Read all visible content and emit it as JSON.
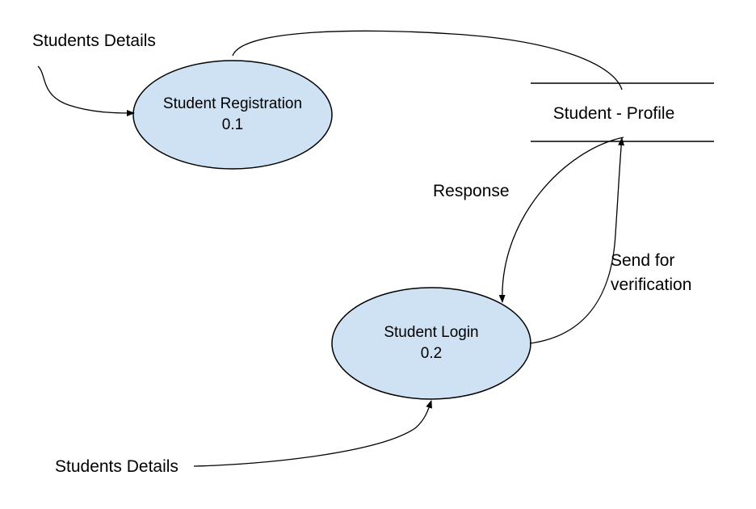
{
  "colors": {
    "process_fill": "#cfe2f3",
    "stroke": "#000000",
    "background": "#ffffff"
  },
  "externals": {
    "top": "Students Details",
    "bottom": "Students Details"
  },
  "processes": {
    "registration": {
      "name": "Student Registration",
      "id": "0.1"
    },
    "login": {
      "name": "Student Login",
      "id": "0.2"
    }
  },
  "data_store": {
    "label": "Student - Profile"
  },
  "flows": {
    "response": "Response",
    "send_line1": "Send for",
    "send_line2": "verification"
  }
}
